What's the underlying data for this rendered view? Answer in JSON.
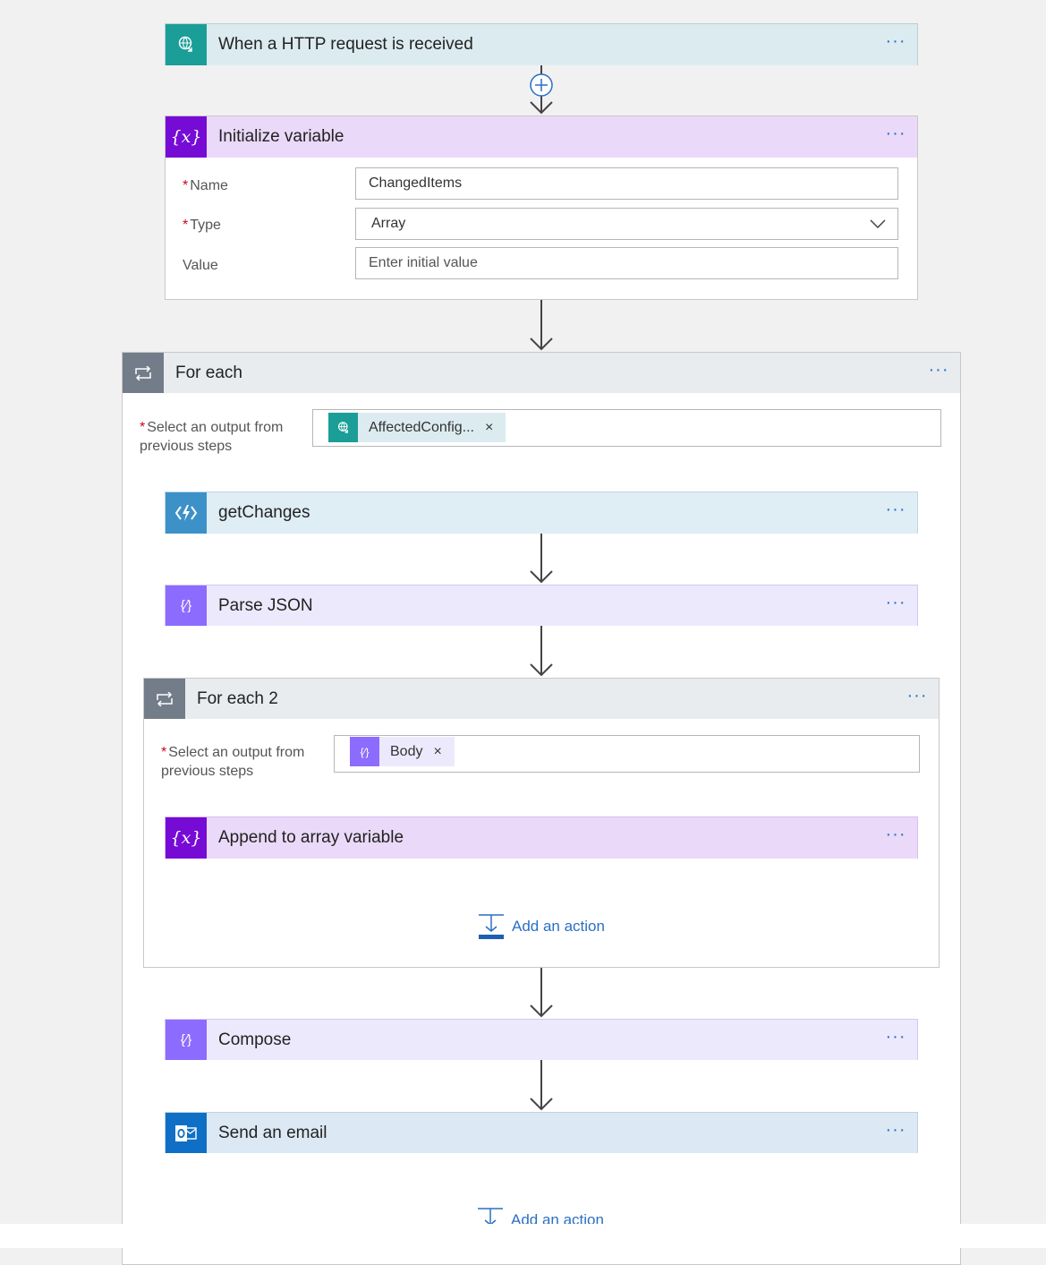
{
  "trigger": {
    "title": "When a HTTP request is received",
    "more": "···"
  },
  "init_var": {
    "title": "Initialize variable",
    "more": "···",
    "required_mark": "*",
    "name_label": "Name",
    "name_value": "ChangedItems",
    "type_label": "Type",
    "type_value": "Array",
    "value_label": "Value",
    "value_placeholder": "Enter initial value"
  },
  "for_each": {
    "title": "For each",
    "more": "···",
    "required_mark": "*",
    "select_label_line1": "Select an output from",
    "select_label_line2": "previous steps",
    "token_label": "AffectedConfig...",
    "token_remove": "×"
  },
  "get_changes": {
    "title": "getChanges",
    "more": "···"
  },
  "parse_json": {
    "title": "Parse JSON",
    "more": "···"
  },
  "for_each_2": {
    "title": "For each 2",
    "more": "···",
    "required_mark": "*",
    "select_label_line1": "Select an output from",
    "select_label_line2": "previous steps",
    "token_label": "Body",
    "token_remove": "×"
  },
  "append": {
    "title": "Append to array variable",
    "more": "···"
  },
  "inner_add_action": "Add an action",
  "compose": {
    "title": "Compose",
    "more": "···"
  },
  "send_email": {
    "title": "Send an email",
    "more": "···"
  },
  "outer_add_action": "Add an action",
  "colors": {
    "http_teal": "#1b9e97",
    "variable_purple": "#770bd6",
    "data_ops_purple": "#8c6cff",
    "function_blue": "#3c91c8",
    "loop_gray": "#737d89",
    "outlook_blue": "#0f6fc6",
    "link_blue": "#2a6fc4"
  }
}
